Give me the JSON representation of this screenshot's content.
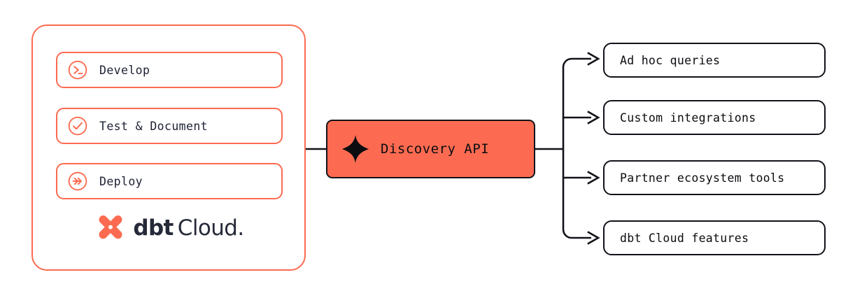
{
  "diagram": {
    "title": "dbt Cloud Discovery API architecture diagram",
    "colors": {
      "accent_orange": "#FC6B51",
      "ink": "#12131A",
      "text_dark": "#1C2033",
      "logo_wordmark": "#262A38",
      "background": "#FFFFFF"
    }
  },
  "left_panel": {
    "name": "dbt Cloud",
    "stages": [
      {
        "label": "Develop",
        "icon": "terminal-prompt-icon"
      },
      {
        "label": "Test & Document",
        "icon": "check-circle-icon"
      },
      {
        "label": "Deploy",
        "icon": "double-chevron-right-icon"
      }
    ],
    "logo": {
      "mark": "dbt-x-mark-icon",
      "word_bold": "dbt",
      "word_light": "Cloud",
      "word_period": "."
    }
  },
  "center": {
    "icon": "sparkle-icon",
    "label": "Discovery API"
  },
  "outputs": [
    {
      "label": "Ad hoc queries"
    },
    {
      "label": "Custom integrations"
    },
    {
      "label": "Partner ecosystem tools"
    },
    {
      "label": "dbt Cloud features"
    }
  ]
}
